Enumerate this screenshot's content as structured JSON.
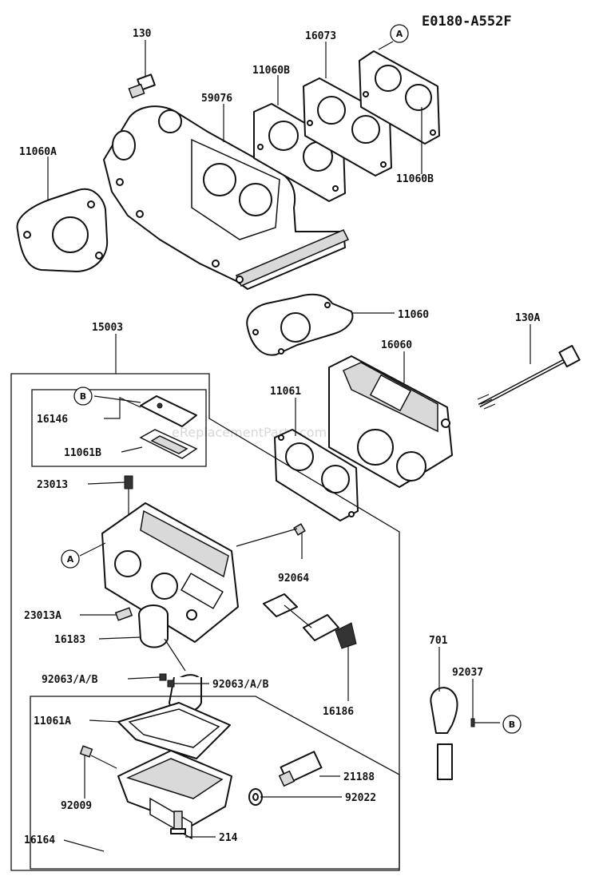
{
  "diagram": {
    "reference_code": "E0180-A552F",
    "watermark": "eReplacementParts.com",
    "callouts": {
      "a": "A",
      "b": "B"
    },
    "parts": {
      "p130": "130",
      "p16073": "16073",
      "p11060b_top": "11060B",
      "p59076": "59076",
      "p11060a": "11060A",
      "p11060b_right": "11060B",
      "p11060": "11060",
      "p130a": "130A",
      "p15003": "15003",
      "p16060": "16060",
      "p11061": "11061",
      "p16146": "16146",
      "p11061b": "11061B",
      "p23013": "23013",
      "p92064": "92064",
      "p23013a": "23013A",
      "p16183": "16183",
      "p92063_left": "92063/A/B",
      "p92063_right": "92063/A/B",
      "p16186": "16186",
      "p701": "701",
      "p92037": "92037",
      "p11061a": "11061A",
      "p21188": "21188",
      "p92009": "92009",
      "p92022": "92022",
      "p214": "214",
      "p16164": "16164"
    }
  }
}
